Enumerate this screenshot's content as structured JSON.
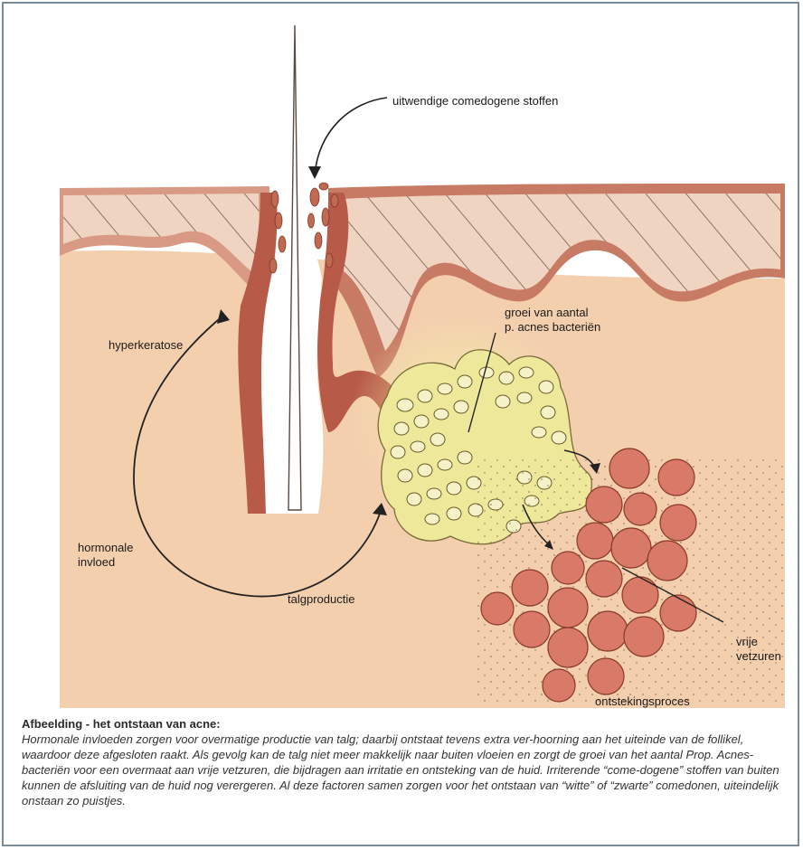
{
  "labels": {
    "comedogenic": "uitwendige comedogene stoffen",
    "bacteria_line1": "groei van aantal",
    "bacteria_line2": "p. acnes bacteriën",
    "hyperkeratosis": "hyperkeratose",
    "hormonal_line1": "hormonale",
    "hormonal_line2": "invloed",
    "sebum": "talgproductie",
    "fatty_line1": "vrije",
    "fatty_line2": "vetzuren",
    "inflammation": "ontstekingsproces"
  },
  "caption": {
    "title": "Afbeelding - het ontstaan van acne:",
    "body": "Hormonale invloeden zorgen voor overmatige productie van talg; daarbij ontstaat tevens extra ver-hoorning aan het uiteinde van de follikel, waardoor deze afgesloten raakt. Als gevolg kan de talg niet meer makkelijk naar buiten vloeien en zorgt de groei van het aantal Prop. Acnes-bacteriën voor een overmaat aan vrije vetzuren, die bijdragen aan irritatie en ontsteking van de huid. Irriterende “come-dogene” stoffen van buiten kunnen de afsluiting van de huid nog verergeren. Al deze factoren samen zorgen voor het ontstaan van “witte” of “zwarte” comedonen, uiteindelijk onstaan zo puistjes."
  },
  "colors": {
    "skin": "#f3cfae",
    "epidermis": "#e3b39b",
    "follicle_wall": "#b85a48",
    "sebum": "#ede89a",
    "cells": "#d97a68",
    "border": "#7a8a96"
  }
}
